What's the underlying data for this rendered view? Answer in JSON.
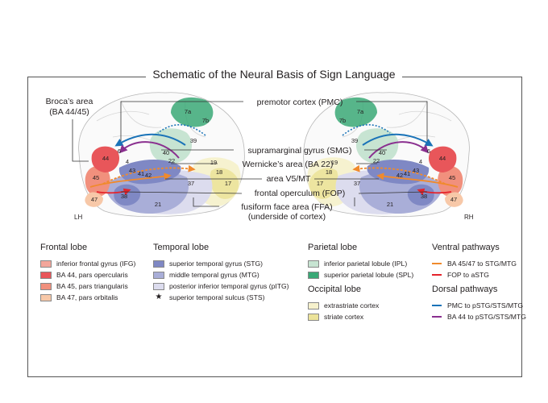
{
  "title": "Schematic of the Neural Basis of Sign Language",
  "labels": {
    "broca": [
      "Broca’s area",
      "(BA 44/45)"
    ],
    "pmc": "premotor cortex (PMC)",
    "smg": "supramarginal gyrus (SMG)",
    "wernicke": "Wernicke’s area (BA 22)",
    "v5": "area V5/MT",
    "fop": "frontal operculum (FOP)",
    "ffa": [
      "fusiform face area (FFA)",
      "(underside of cortex)"
    ],
    "lh": "LH",
    "rh": "RH"
  },
  "region_numbers": {
    "left": [
      "7a",
      "7b",
      "40",
      "39",
      "6",
      "4",
      "43",
      "41",
      "42",
      "44",
      "45",
      "47",
      "22",
      "38",
      "21",
      "37",
      "19",
      "18",
      "17"
    ],
    "right": [
      "7a",
      "7b",
      "40",
      "39",
      "6",
      "4",
      "43",
      "41",
      "42",
      "44",
      "45",
      "47",
      "22",
      "38",
      "21",
      "37",
      "19",
      "18",
      "17"
    ]
  },
  "legend": {
    "frontal": {
      "heading": "Frontal lobe",
      "items": [
        {
          "label": "inferior frontal gyrus (IFG)",
          "color": "#f3a69b"
        },
        {
          "label": "BA 44, pars opercularis",
          "color": "#e8565a"
        },
        {
          "label": "BA 45, pars triangularis",
          "color": "#f1907d"
        },
        {
          "label": "BA 47, pars orbitalis",
          "color": "#f7c8a8"
        }
      ]
    },
    "temporal": {
      "heading": "Temporal lobe",
      "items": [
        {
          "label": "superior temporal gyrus (STG)",
          "color": "#7f88c4"
        },
        {
          "label": "middle temporal gyrus (MTG)",
          "color": "#a9aed8"
        },
        {
          "label": "posterior inferior temporal gyrus (pITG)",
          "color": "#dcdcee"
        }
      ],
      "star_item": "superior temporal sulcus (STS)"
    },
    "parietal": {
      "heading": "Parietal lobe",
      "items": [
        {
          "label": "inferior parietal lobule (IPL)",
          "color": "#c7e4d2"
        },
        {
          "label": "superior parietal lobule (SPL)",
          "color": "#3aa876"
        }
      ]
    },
    "occipital": {
      "heading": "Occipital lobe",
      "items": [
        {
          "label": "extrastriate cortex",
          "color": "#f6f1cc"
        },
        {
          "label": "striate cortex",
          "color": "#ece39a"
        }
      ]
    },
    "ventral": {
      "heading": "Ventral pathways",
      "items": [
        {
          "label": "BA 45/47 to STG/MTG",
          "color": "#f08a2c"
        },
        {
          "label": "FOP to aSTG",
          "color": "#e5232b"
        }
      ]
    },
    "dorsal": {
      "heading": "Dorsal pathways",
      "items": [
        {
          "label": "PMC to pSTG/STS/MTG",
          "color": "#1a73b8"
        },
        {
          "label": "BA 44 to pSTG/STS/MTG",
          "color": "#8a2f8f"
        }
      ]
    }
  }
}
